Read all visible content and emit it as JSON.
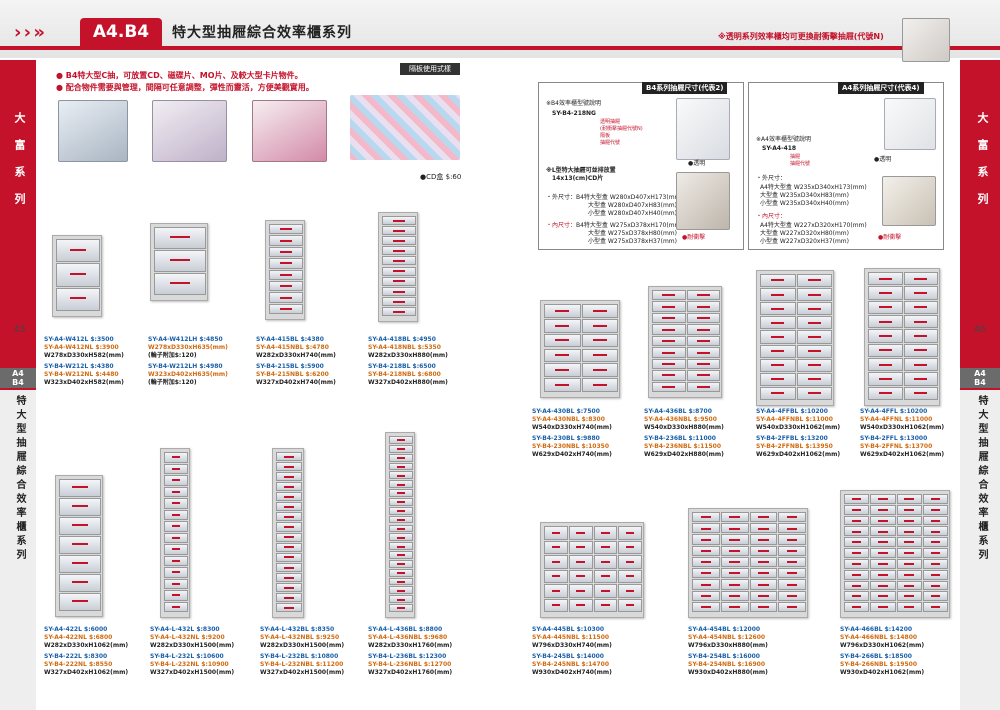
{
  "header": {
    "arrows": "› › »",
    "code": "A4.B4",
    "title": "特大型抽屜綜合效率櫃系列",
    "note": "※透明系列效率櫃均可更換耐衝擊抽屜(代號N)"
  },
  "side": {
    "left_text": "大富系列",
    "right_text": "大富系列",
    "left_tab_top": "A4",
    "left_tab_bottom": "B4",
    "right_tab_top": "A4",
    "right_tab_bottom": "B4",
    "left_vertical": "特大型抽屜綜合效率櫃系列",
    "right_vertical": "特大型抽屜綜合效率櫃系列",
    "page_left": "45",
    "page_right": "46"
  },
  "intro": {
    "bullet1": "● B4特大型C抽，可放置CD、磁碟片、MO片、及較大型卡片物件。",
    "bullet2": "● 配合物件需要與管理，間隔可任意調整，彈性而靈活，方便美觀實用。",
    "partition_tag": "隔板使用式樣",
    "cd_note": "●CD盒 $:60"
  },
  "b4box": {
    "header": "B4系列抽屜尺寸(代表2)",
    "model_note": "※B4效率櫃型號說明",
    "model_code": "SY-B4-218NG",
    "model_parts": [
      "透明抽屜",
      "(耐衝擊抽屜代號N)",
      "隔板",
      "抽屜代號"
    ],
    "lshape_note": "※L型特大抽屜可並排放置",
    "lshape_size": "14x13(cm)CD片",
    "transparent": "●透明",
    "impact": "●耐衝擊",
    "outer_label": "・外尺寸：",
    "outer_lines": [
      "B4特大型盒 W280xD407xH173(mm)",
      "大型盒 W280xD407xH83(mm)",
      "小型盒 W280xD407xH40(mm)"
    ],
    "inner_label": "・內尺寸：",
    "inner_lines": [
      "B4特大型盒 W275xD378xH170(mm)",
      "大型盒 W275xD378xH80(mm)",
      "小型盒 W275xD378xH37(mm)"
    ]
  },
  "a4box": {
    "header": "A4系列抽屜尺寸(代表4)",
    "model_note": "※A4效率櫃型號說明",
    "model_code": "SY-A4-418",
    "model_parts": [
      "抽屜",
      "抽屜代號"
    ],
    "transparent": "●透明",
    "impact": "●耐衝擊",
    "outer_label": "・外尺寸：",
    "outer_lines": [
      "A4特大型盒 W235xD340xH173(mm)",
      "大型盒 W235xD340xH83(mm)",
      "小型盒 W235xD340xH40(mm)"
    ],
    "inner_label": "・內尺寸：",
    "inner_lines": [
      "A4特大型盒 W227xD320xH170(mm)",
      "大型盒 W227xD320xH80(mm)",
      "小型盒 W227xD320xH37(mm)"
    ]
  },
  "products": [
    {
      "a": "SY-A4-W412L $:3500",
      "b": "SY-A4-W412NL $:3900",
      "d": "W278xD330xH582(mm)",
      "e": "SY-B4-W212L $:4380",
      "f": "SY-B4-W212NL $:4480",
      "g": "W323xD402xH582(mm)"
    },
    {
      "a": "SY-A4-W412LH $:4850",
      "b": "W278xD330xH635(mm)",
      "d": "(輪子附加$:120)",
      "e": "SY-B4-W212LH $:4980",
      "f": "W323xD402xH635(mm)",
      "g": "(輪子附加$:120)"
    },
    {
      "a": "SY-A4-415BL $:4380",
      "b": "SY-A4-415NBL $:4780",
      "d": "W282xD330xH740(mm)",
      "e": "SY-B4-215BL $:5900",
      "f": "SY-B4-215NBL $:6200",
      "g": "W327xD402xH740(mm)"
    },
    {
      "a": "SY-A4-418BL $:4950",
      "b": "SY-A4-418NBL $:5350",
      "d": "W282xD330xH880(mm)",
      "e": "SY-B4-218BL $:6500",
      "f": "SY-B4-218NBL $:6800",
      "g": "W327xD402xH880(mm)"
    },
    {
      "a": "SY-A4-430BL $:7500",
      "b": "SY-A4-430NBL $:8300",
      "d": "W540xD330xH740(mm)",
      "e": "SY-B4-230BL $:9880",
      "f": "SY-B4-230NBL $:10350",
      "g": "W629xD402xH740(mm)"
    },
    {
      "a": "SY-A4-436BL $:8700",
      "b": "SY-A4-436NBL $:9500",
      "d": "W540xD330xH880(mm)",
      "e": "SY-B4-236BL $:11000",
      "f": "SY-B4-236NBL $:11500",
      "g": "W629xD402xH880(mm)"
    },
    {
      "a": "SY-A4-4FFBL $:10200",
      "b": "SY-A4-4FFNBL $:11000",
      "d": "W540xD330xH1062(mm)",
      "e": "SY-B4-2FFBL $:13200",
      "f": "SY-B4-2FFNBL $:13950",
      "g": "W629xD402xH1062(mm)"
    },
    {
      "a": "SY-A4-4FFL $:10200",
      "b": "SY-A4-4FFNL $:11000",
      "d": "W540xD330xH1062(mm)",
      "e": "SY-B4-2FFL $:13000",
      "f": "SY-B4-2FFNL $:13700",
      "g": "W629xD402xH1062(mm)"
    },
    {
      "a": "SY-A4-422L $:6000",
      "b": "SY-A4-422NL $:6800",
      "d": "W282xD330xH1062(mm)",
      "e": "SY-B4-222L $:8300",
      "f": "SY-B4-222NL $:8550",
      "g": "W327xD402xH1062(mm)"
    },
    {
      "a": "SY-A4-L-432L $:8300",
      "b": "SY-A4-L-432NL $:9200",
      "d": "W282xD330xH1500(mm)",
      "e": "SY-B4-L-232L $:10600",
      "f": "SY-B4-L-232NL $:10900",
      "g": "W327xD402xH1500(mm)"
    },
    {
      "a": "SY-A4-L-432BL $:8350",
      "b": "SY-A4-L-432NBL $:9250",
      "d": "W282xD330xH1500(mm)",
      "e": "SY-B4-L-232BL $:10800",
      "f": "SY-B4-L-232NBL $:11200",
      "g": "W327xD402xH1500(mm)"
    },
    {
      "a": "SY-A4-L-436BL $:8800",
      "b": "SY-A4-L-436NBL $:9680",
      "d": "W282xD330xH1760(mm)",
      "e": "SY-B4-L-236BL $:12300",
      "f": "SY-B4-L-236NBL $:12700",
      "g": "W327xD402xH1760(mm)"
    },
    {
      "a": "SY-A4-445BL $:10300",
      "b": "SY-A4-445NBL $:11500",
      "d": "W796xD330xH740(mm)",
      "e": "SY-B4-245BL $:14000",
      "f": "SY-B4-245NBL $:14700",
      "g": "W930xD402xH740(mm)"
    },
    {
      "a": "SY-A4-454BL $:12000",
      "b": "SY-A4-454NBL $:12600",
      "d": "W796xD330xH880(mm)",
      "e": "SY-B4-254BL $:16000",
      "f": "SY-B4-254NBL $:16900",
      "g": "W930xD402xH880(mm)"
    },
    {
      "a": "SY-A4-466BL $:14200",
      "b": "SY-A4-466NBL $:14800",
      "d": "W796xD330xH1062(mm)",
      "e": "SY-B4-266BL $:18500",
      "f": "SY-B4-266NBL $:19500",
      "g": "W930xD402xH1062(mm)"
    }
  ],
  "colors": {
    "accent": "#c4122b",
    "grey": "#6b6b6b"
  }
}
